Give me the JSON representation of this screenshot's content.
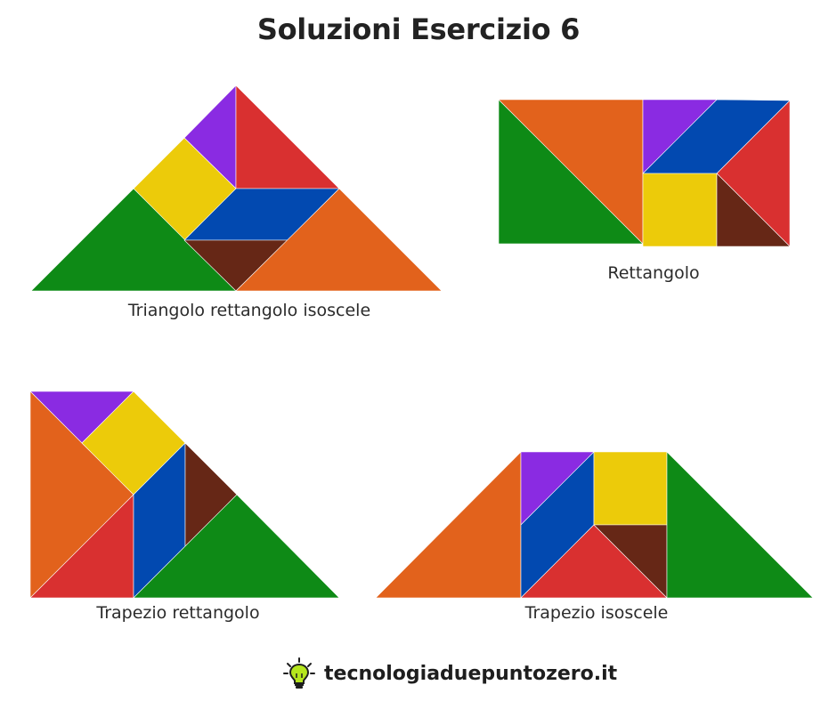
{
  "title": "Soluzioni Esercizio 6",
  "colors": {
    "green": "#0e8a16",
    "orange": "#e2621c",
    "purple": "#8a2be2",
    "red": "#d93030",
    "yellow": "#eccb0a",
    "blue": "#0249b0",
    "brown": "#662716"
  },
  "figures": [
    {
      "id": "triangolo",
      "caption": "Triangolo rettangolo isoscele"
    },
    {
      "id": "rettangolo",
      "caption": "Rettangolo"
    },
    {
      "id": "trapezio-rettangolo",
      "caption": "Trapezio rettangolo"
    },
    {
      "id": "trapezio-isoscele",
      "caption": "Trapezio isoscele"
    }
  ],
  "footer": {
    "icon": "lightbulb-icon",
    "site": "tecnologiaduepuntozero.it"
  }
}
